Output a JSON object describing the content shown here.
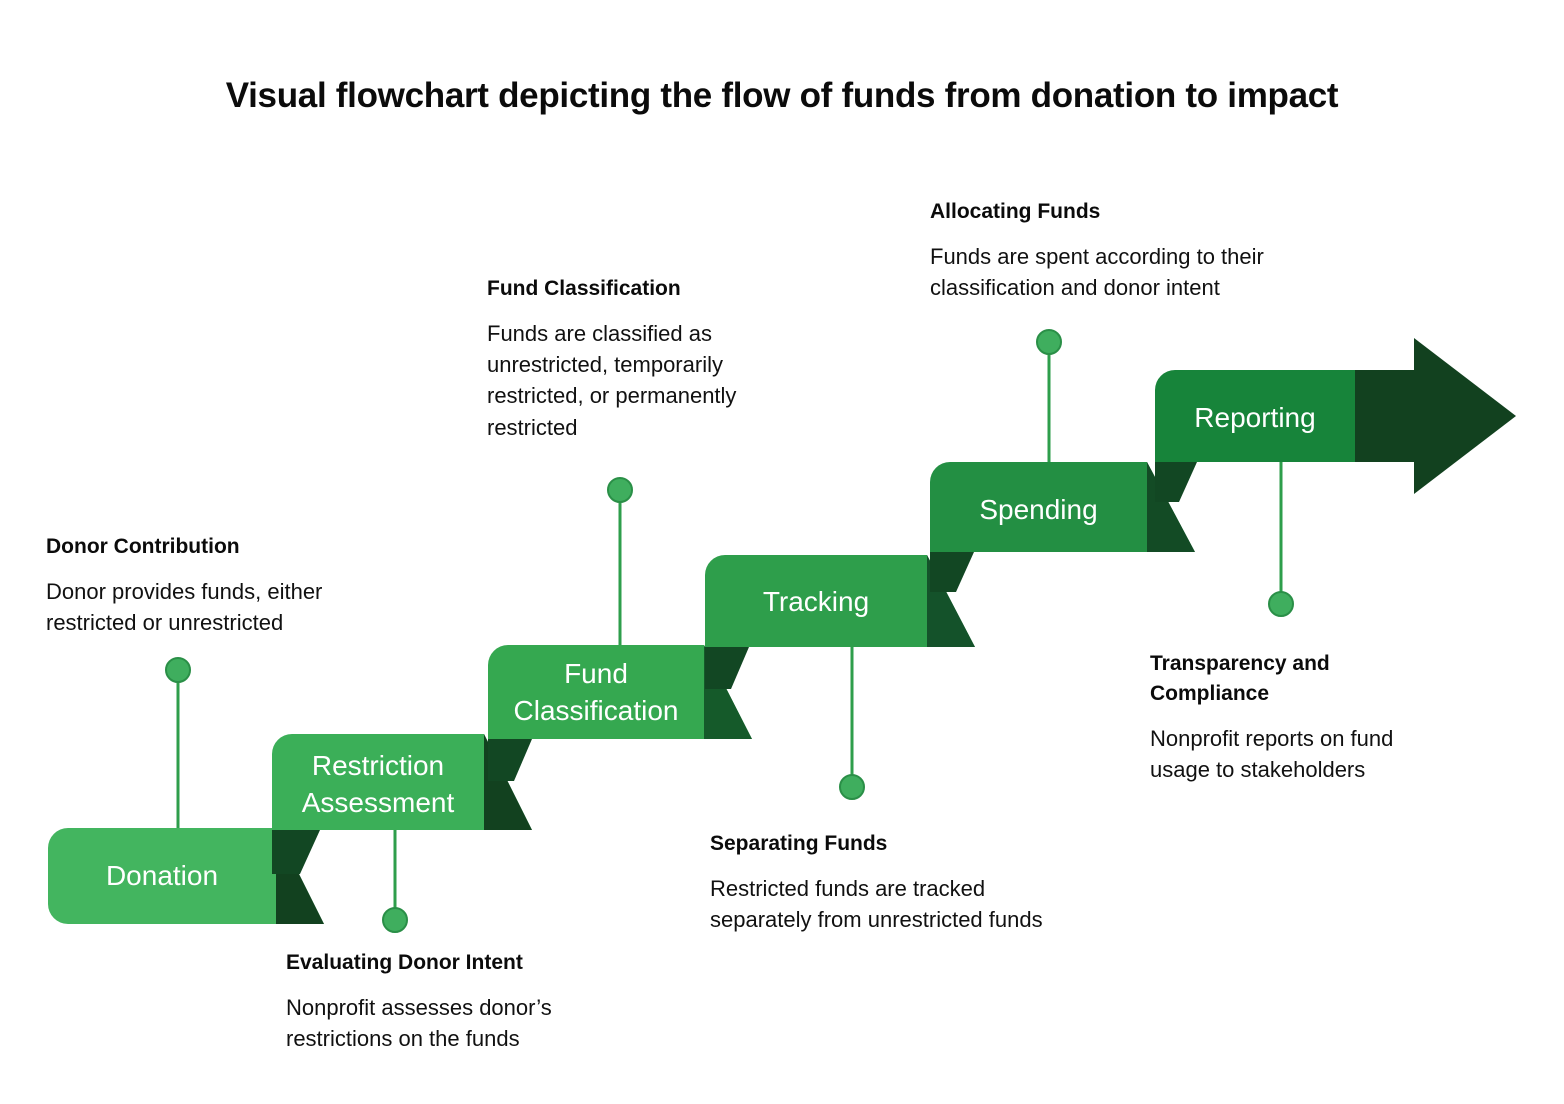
{
  "title": "Visual flowchart depicting the flow of funds from donation to impact",
  "colors": {
    "step_light_green": "#43B55F",
    "step_mid_green": "#2E9E4B",
    "step_dark_green": "#17843A",
    "bevel_dark": "#124723",
    "bevel_mid": "#1B5E2B",
    "arrow_head": "#12411F",
    "connector_line": "#2E9E4B",
    "connector_dot": "#3FAE5E",
    "connector_dot_ring": "#2A8F47",
    "text_dark": "#0b0b0b",
    "step_text": "#ffffff",
    "background": "#ffffff"
  },
  "steps": [
    {
      "id": "donation",
      "label": "Donation"
    },
    {
      "id": "restriction-assessment",
      "label": "Restriction\nAssessment"
    },
    {
      "id": "fund-classification",
      "label": "Fund\nClassification"
    },
    {
      "id": "tracking",
      "label": "Tracking"
    },
    {
      "id": "spending",
      "label": "Spending"
    },
    {
      "id": "reporting",
      "label": "Reporting"
    }
  ],
  "annotations": [
    {
      "id": "donor-contribution",
      "title": "Donor Contribution",
      "body": "Donor provides funds, either\nrestricted or unrestricted",
      "side": "above"
    },
    {
      "id": "evaluating-donor-intent",
      "title": "Evaluating Donor Intent",
      "body": "Nonprofit assesses donor’s\nrestrictions on the funds",
      "side": "below"
    },
    {
      "id": "fund-classification-note",
      "title": "Fund Classification",
      "body": "Funds are classified as\nunrestricted, temporarily\nrestricted, or permanently\nrestricted",
      "side": "above"
    },
    {
      "id": "separating-funds",
      "title": "Separating Funds",
      "body": "Restricted funds are tracked\nseparately from unrestricted funds",
      "side": "below"
    },
    {
      "id": "allocating-funds",
      "title": "Allocating Funds",
      "body": "Funds are spent according to their\nclassification and donor intent",
      "side": "above"
    },
    {
      "id": "transparency-and-compliance",
      "title": "Transparency and\nCompliance",
      "body": "Nonprofit reports on fund\nusage to stakeholders",
      "side": "below"
    }
  ]
}
